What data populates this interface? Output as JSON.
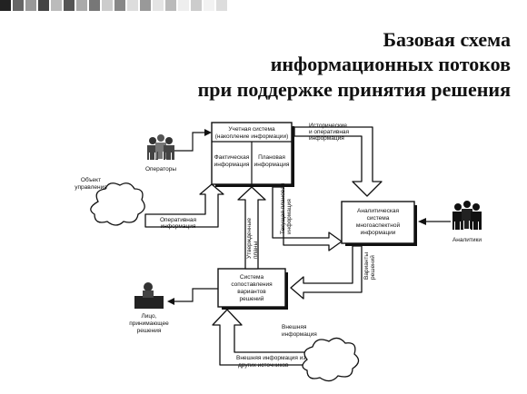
{
  "title": {
    "line1": "Базовая схема",
    "line2": "информационных потоков",
    "line3": "при поддержке принятия решения"
  },
  "nodes": {
    "accounting": {
      "line1": "Учетная система",
      "line2": "(накопление информации)"
    },
    "factual": {
      "line1": "Фактическая",
      "line2": "информация"
    },
    "planned": {
      "line1": "Плановая",
      "line2": "информация"
    },
    "analytic": {
      "line1": "Аналитическая",
      "line2": "система",
      "line3": "многоаспектной",
      "line4": "информации"
    },
    "compare": {
      "line1": "Система",
      "line2": "сопоставления",
      "line3": "вариантов",
      "line4": "решений"
    }
  },
  "actors": {
    "operators": "Операторы",
    "analysts": "Аналитики",
    "object": {
      "line1": "Объект",
      "line2": "управления"
    },
    "decision_maker": {
      "line1": "Лицо,",
      "line2": "принимающее",
      "line3": "решения"
    }
  },
  "flows": {
    "historical": {
      "line1": "Исторические",
      "line2": "и оперативная",
      "line3": "информация"
    },
    "operative": {
      "line1": "Оперативная",
      "line2": "информация"
    },
    "approved": {
      "line1": "Утвержденные",
      "line2": "планы"
    },
    "current_plan": {
      "line1": "Текущая плановая",
      "line2": "информация"
    },
    "variants": {
      "line1": "Варианты",
      "line2": "решений"
    },
    "external": {
      "line1": "Внешняя",
      "line2": "информация"
    },
    "external_other": {
      "line1": "Внешняя информация из",
      "line2": "других источников"
    }
  }
}
